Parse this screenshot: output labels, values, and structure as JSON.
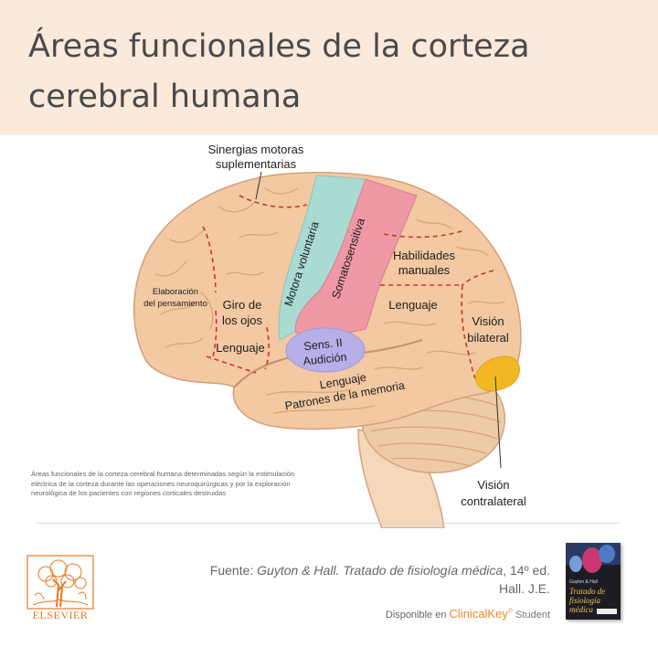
{
  "header": {
    "title": "Áreas funcionales de la corteza cerebral humana"
  },
  "diagram": {
    "labels": {
      "sinergias_line1": "Sinergias motoras",
      "sinergias_line2": "suplementarias",
      "elaboracion_line1": "Elaboración",
      "elaboracion_line2": "del pensamiento",
      "giro_line1": "Giro de",
      "giro_line2": "los ojos",
      "lenguaje_frontal": "Lenguaje",
      "motora": "Motora voluntaria",
      "somatosensitiva": "Somatosensitiva",
      "habilidades_line1": "Habilidades",
      "habilidades_line2": "manuales",
      "lenguaje_parietal": "Lenguaje",
      "vision_bilateral_line1": "Visión",
      "vision_bilateral_line2": "bilateral",
      "sens_line1": "Sens. II",
      "sens_line2": "Audición",
      "temporal_line1": "Lenguaje",
      "temporal_line2": "Patrones de la memoria",
      "vision_contra_line1": "Visión",
      "vision_contra_line2": "contralateral"
    },
    "colors": {
      "cortex": "#f2c9a2",
      "cortex_outline": "#d4a079",
      "gyri_lines": "#d9a47e",
      "motor_area": "#a9dbd3",
      "somatosensory_area": "#ef98a6",
      "auditory_area": "#b7afe8",
      "visual_contra_area": "#f2b824",
      "boundary_lines": "#d23232",
      "cerebellum": "#eecaa6",
      "brainstem": "#f5d8ba"
    }
  },
  "caption": "Áreas funcionales de la corteza cerebral humana determinadas según la estimulación eléctrica de la corteza durante las operaciones neuroquirúrgicas y por la exploración neurológica de los pacientes con regiones corticales destruidas",
  "footer": {
    "source_prefix": "Fuente:",
    "source_title": "Guyton & Hall. Tratado de fisiología médica",
    "source_edition": ", 14º ed.",
    "source_author": "Hall. J.E.",
    "available_prefix": "Disponible en",
    "clinicalkey": "ClinicalKey",
    "clinicalkey_mark": "®",
    "clinicalkey_suffix": "Student",
    "publisher": "ELSEVIER",
    "book_cover_small": "Guyton & Hall",
    "book_cover_title": "Tratado de fisiología médica"
  }
}
